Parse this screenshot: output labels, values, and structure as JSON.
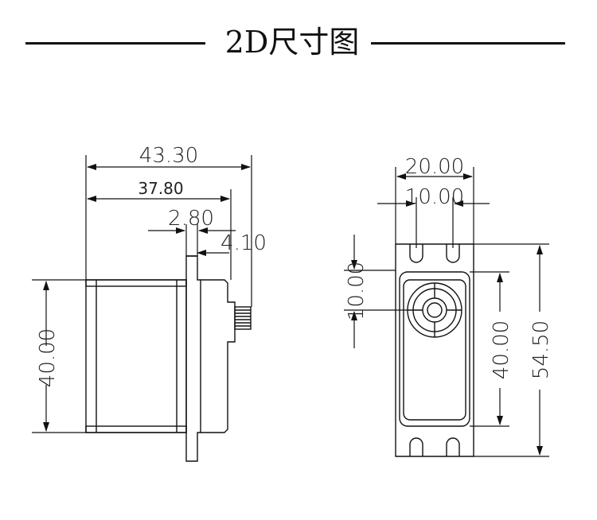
{
  "title": "2D尺寸图",
  "side_view": {
    "width_overall": "43.30",
    "width_flange": "37.80",
    "flange_thickness": "2.80",
    "shaft_offset": "4.10",
    "height": "40.00"
  },
  "front_view": {
    "width_overall": "20.00",
    "hole_spacing": "10.00",
    "hole_to_shaft": "10.00",
    "body_height": "40.00",
    "height_overall": "54.50"
  }
}
